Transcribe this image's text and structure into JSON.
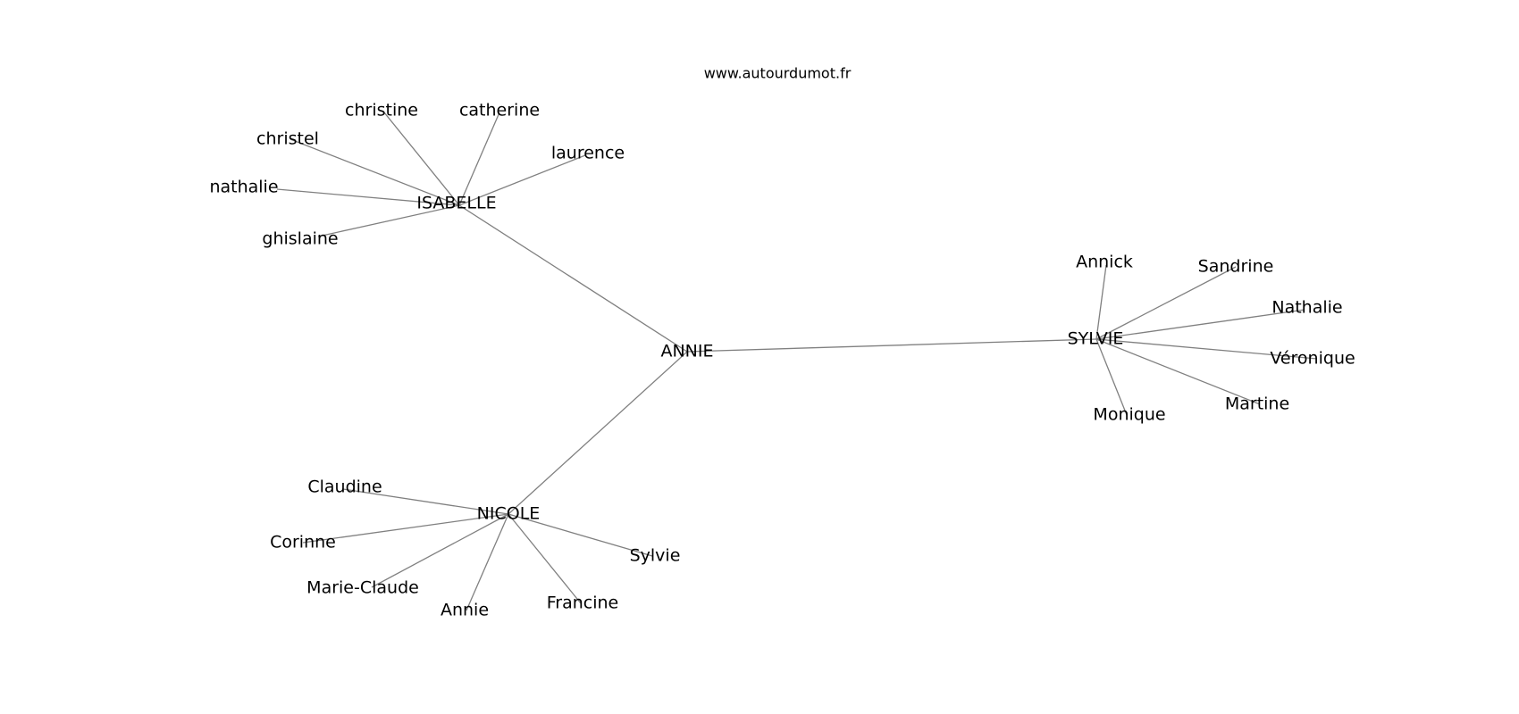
{
  "watermark": "www.autourdumot.fr",
  "hubs": [
    {
      "id": "annie_center",
      "label": "ANNIE"
    },
    {
      "id": "isabelle",
      "label": "ISABELLE"
    },
    {
      "id": "sylvie_hub",
      "label": "SYLVIE"
    },
    {
      "id": "nicole",
      "label": "NICOLE"
    }
  ],
  "leaves": [
    {
      "id": "christine",
      "label": "christine",
      "parent": "isabelle"
    },
    {
      "id": "catherine",
      "label": "catherine",
      "parent": "isabelle"
    },
    {
      "id": "christel",
      "label": "christel",
      "parent": "isabelle"
    },
    {
      "id": "laurence",
      "label": "laurence",
      "parent": "isabelle"
    },
    {
      "id": "nathalie_lc",
      "label": "nathalie",
      "parent": "isabelle"
    },
    {
      "id": "ghislaine",
      "label": "ghislaine",
      "parent": "isabelle"
    },
    {
      "id": "annick",
      "label": "Annick",
      "parent": "sylvie_hub"
    },
    {
      "id": "sandrine",
      "label": "Sandrine",
      "parent": "sylvie_hub"
    },
    {
      "id": "nathalie_uc",
      "label": "Nathalie",
      "parent": "sylvie_hub"
    },
    {
      "id": "veronique",
      "label": "Véronique",
      "parent": "sylvie_hub"
    },
    {
      "id": "martine",
      "label": "Martine",
      "parent": "sylvie_hub"
    },
    {
      "id": "monique",
      "label": "Monique",
      "parent": "sylvie_hub"
    },
    {
      "id": "claudine",
      "label": "Claudine",
      "parent": "nicole"
    },
    {
      "id": "corinne",
      "label": "Corinne",
      "parent": "nicole"
    },
    {
      "id": "marie_claude",
      "label": "Marie-Claude",
      "parent": "nicole"
    },
    {
      "id": "annie_leaf",
      "label": "Annie",
      "parent": "nicole"
    },
    {
      "id": "francine",
      "label": "Francine",
      "parent": "nicole"
    },
    {
      "id": "sylvie_leaf",
      "label": "Sylvie",
      "parent": "nicole"
    }
  ],
  "hub_edges": [
    [
      "annie_center",
      "isabelle"
    ],
    [
      "annie_center",
      "sylvie_hub"
    ],
    [
      "annie_center",
      "nicole"
    ]
  ]
}
